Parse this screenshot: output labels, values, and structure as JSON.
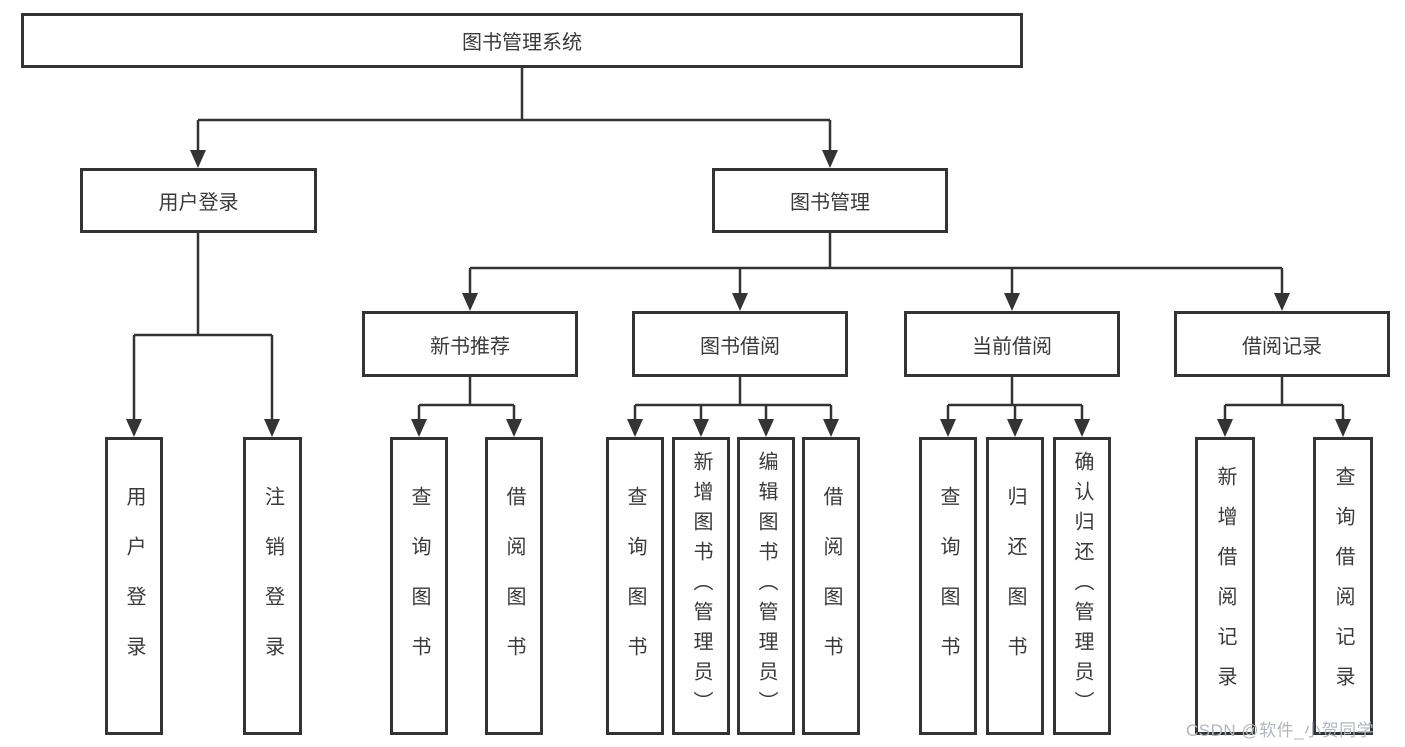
{
  "diagram": {
    "root": "图书管理系统",
    "user_login": {
      "label": "用户登录",
      "children": [
        "用户登录",
        "注销登录"
      ]
    },
    "book_management": {
      "label": "图书管理",
      "groups": [
        {
          "label": "新书推荐",
          "children": [
            "查询图书",
            "借阅图书"
          ]
        },
        {
          "label": "图书借阅",
          "children": [
            "查询图书",
            "新增图书（管理员）",
            "编辑图书（管理员）",
            "借阅图书"
          ]
        },
        {
          "label": "当前借阅",
          "children": [
            "查询图书",
            "归还图书",
            "确认归还（管理员）"
          ]
        },
        {
          "label": "借阅记录",
          "children": [
            "新增借阅记录",
            "查询借阅记录"
          ]
        }
      ]
    }
  },
  "watermark": "CSDN @软件_小贺同学",
  "colors": {
    "line": "#333333",
    "text": "#3a3a3a",
    "watermark": "#b3b6bd"
  }
}
